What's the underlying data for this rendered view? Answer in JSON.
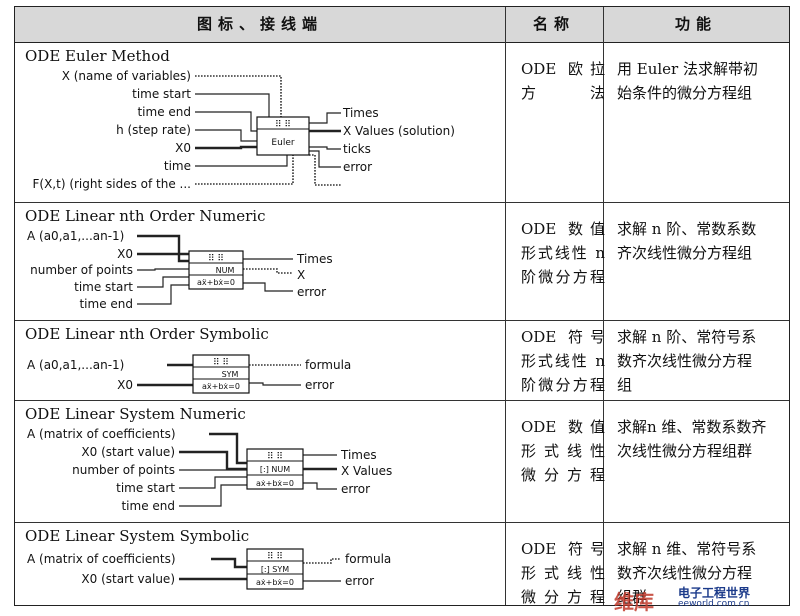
{
  "header": {
    "col1": "图标、接线端",
    "col2": "名称",
    "col3": "功能"
  },
  "rows": [
    {
      "title": "ODE Euler Method",
      "icon_text": [
        "⠿ ⠿",
        "Euler"
      ],
      "inputs": [
        "X (name of variables)",
        "time start",
        "time end",
        "h (step rate)",
        "X0",
        "time",
        "F(X,t) (right sides of the ..."
      ],
      "outputs": [
        "Times",
        "X Values (solution)",
        "ticks",
        "error"
      ],
      "name_lines": [
        "ODE 欧拉",
        "方法"
      ],
      "func_lines": [
        "用 Euler 法求解带初",
        "始条件的微分方程组"
      ]
    },
    {
      "title": "ODE Linear nth Order Numeric",
      "icon_text": [
        "⠿ ⠿",
        "NUM",
        "aẍ+bẋ=0"
      ],
      "inputs": [
        "A (a0,a1,...an-1)",
        "X0",
        "number of points",
        "time start",
        "time end"
      ],
      "outputs": [
        "Times",
        "X",
        "error"
      ],
      "name_lines": [
        "ODE 数值",
        "形式线性 n",
        "阶微分方程"
      ],
      "func_lines": [
        "求解 n 阶、常数系数",
        "齐次线性微分方程组"
      ]
    },
    {
      "title": "ODE Linear nth Order Symbolic",
      "icon_text": [
        "⠿ ⠿",
        "SYM",
        "aẍ+bẋ=0"
      ],
      "inputs": [
        "A (a0,a1,...an-1)",
        "X0"
      ],
      "outputs": [
        "formula",
        "error"
      ],
      "name_lines": [
        "ODE 符号",
        "形式线性 n",
        "阶微分方程"
      ],
      "func_lines": [
        "求解 n 阶、常符号系",
        "数齐次线性微分方程",
        "组"
      ]
    },
    {
      "title": "ODE Linear System Numeric",
      "icon_text": [
        "⠿ ⠿",
        "[:]  NUM",
        "aẋ+bẋ=0"
      ],
      "inputs": [
        "A (matrix of coefficients)",
        "X0 (start value)",
        "number of points",
        "time start",
        "time end"
      ],
      "outputs": [
        "Times",
        "X Values",
        "error"
      ],
      "name_lines": [
        "ODE 数值",
        "形式线性",
        "微分方程"
      ],
      "func_lines": [
        "求解n 维、常数系数齐",
        "次线性微分方程组群"
      ]
    },
    {
      "title": "ODE Linear System Symbolic",
      "icon_text": [
        "⠿ ⠿",
        "[:]  SYM",
        "aẋ+bẋ=0"
      ],
      "inputs": [
        "A (matrix of coefficients)",
        "X0 (start value)"
      ],
      "outputs": [
        "formula",
        "error"
      ],
      "name_lines": [
        "ODE 符号",
        "形式线性",
        "微分方程"
      ],
      "func_lines": [
        "求解 n 维、常符号系",
        "数齐次线性微分方程",
        "组群"
      ]
    }
  ],
  "watermark": {
    "brand": "维库",
    "site_cn": "电子工程世界",
    "site_en": "eeworld.com.cn"
  }
}
